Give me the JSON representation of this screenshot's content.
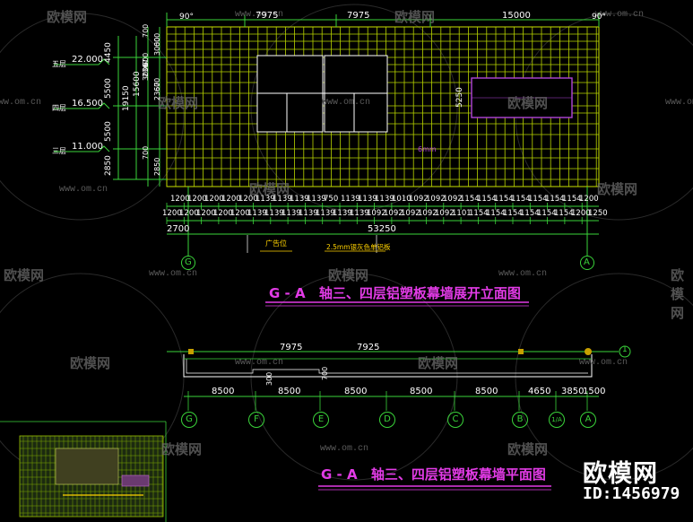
{
  "watermark": {
    "brand": "欧模网",
    "url": "www.om.cn"
  },
  "badge": {
    "brand": "欧模网",
    "id": "ID:1456979"
  },
  "elevation": {
    "title_axis": "G - A",
    "title_text": "轴三、四层铝塑板幕墙展开立面图",
    "top_dims": [
      "7975",
      "7975",
      "15000"
    ],
    "angle_left": "90°",
    "angle_right": "90°",
    "floors": [
      {
        "name": "五层",
        "level": "22.000"
      },
      {
        "name": "四层",
        "level": "16.500"
      },
      {
        "name": "三层",
        "level": "11.000"
      }
    ],
    "left_dims_outer": [
      "4450",
      "5500",
      "5500",
      "2850"
    ],
    "left_dims_total": [
      "19150",
      "15600"
    ],
    "left_dims_inner": [
      "700",
      "600",
      "2367",
      "3000",
      "600",
      "2367",
      "3000",
      "600",
      "700",
      "2850"
    ],
    "opening_dim": "5250",
    "panel_note": "6mm",
    "row1_dims": [
      "1200",
      "1200",
      "1200",
      "1200",
      "1200",
      "1139",
      "1139",
      "1139",
      "1139",
      "750",
      "1139",
      "1139",
      "1139",
      "1010",
      "1092",
      "1092",
      "1092",
      "1154",
      "1154",
      "1154",
      "1154",
      "1154",
      "1154",
      "1154",
      "1200"
    ],
    "row2_dims": [
      "1200",
      "1200",
      "1200",
      "1200",
      "1200",
      "1139",
      "1139",
      "1139",
      "1139",
      "1139",
      "1139",
      "1139",
      "1092",
      "1092",
      "1092",
      "1092",
      "1092",
      "1101",
      "1154",
      "1154",
      "1154",
      "1154",
      "1154",
      "1154",
      "1200",
      "1250"
    ],
    "bottom_left": "2700",
    "bottom_total": "53250",
    "note_a": "广告位",
    "note_b": "2.5mm银灰色单铝板",
    "axis_left": "G",
    "axis_right": "A"
  },
  "plan": {
    "title_axis": "G - A",
    "title_text": "轴三、四层铝塑板幕墙平面图",
    "top_dims": [
      "7975",
      "7925"
    ],
    "side_dims": [
      "300",
      "700"
    ],
    "axis_dims": [
      "8500",
      "8500",
      "8500",
      "8500",
      "8500",
      "4650",
      "3850",
      "1500"
    ],
    "axes": [
      "G",
      "F",
      "E",
      "D",
      "C",
      "B",
      "1/A",
      "A"
    ],
    "end_axis": "1"
  }
}
